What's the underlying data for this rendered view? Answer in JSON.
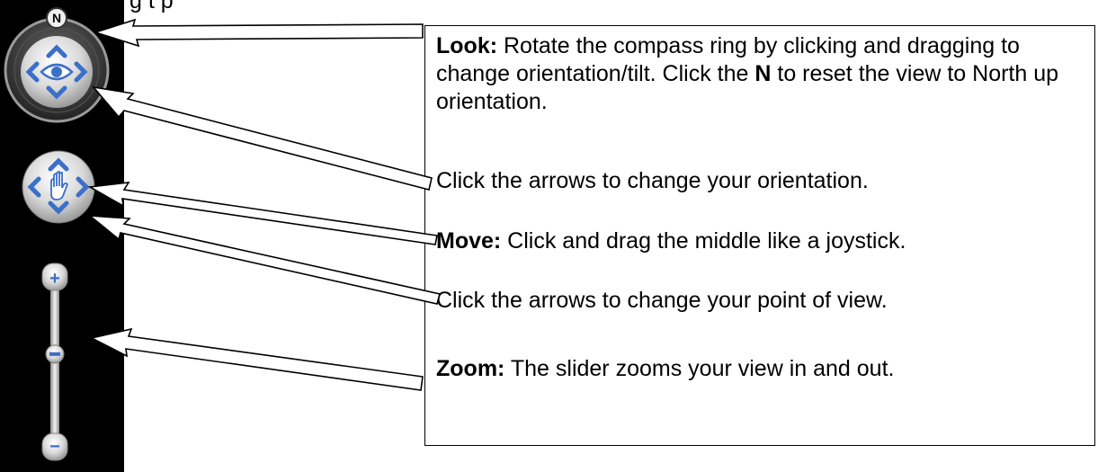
{
  "top_text": "g    t    p",
  "compass": {
    "north_label": "N"
  },
  "zoom": {
    "plus_label": "+",
    "minus_label": "−",
    "level": 0.45
  },
  "callouts": [
    {
      "id": "look",
      "bold": "Look:",
      "text": " Rotate the compass ring by clicking and dragging to change orientation/tilt. Click the ",
      "bold2": "N",
      "text2": " to reset the view to North up orientation."
    },
    {
      "id": "orient",
      "text": "Click the arrows to change your orientation."
    },
    {
      "id": "move",
      "bold": "Move:",
      "text": " Click and drag the middle like a joystick."
    },
    {
      "id": "pov",
      "text": "Click the arrows to change your point of view."
    },
    {
      "id": "zoom",
      "bold": "Zoom:",
      "text": " The slider zooms your view in and out."
    }
  ],
  "colors": {
    "panel": "#000000",
    "arrow_blue": "#3b6fc9",
    "control_grey": "#d9d9d9"
  }
}
